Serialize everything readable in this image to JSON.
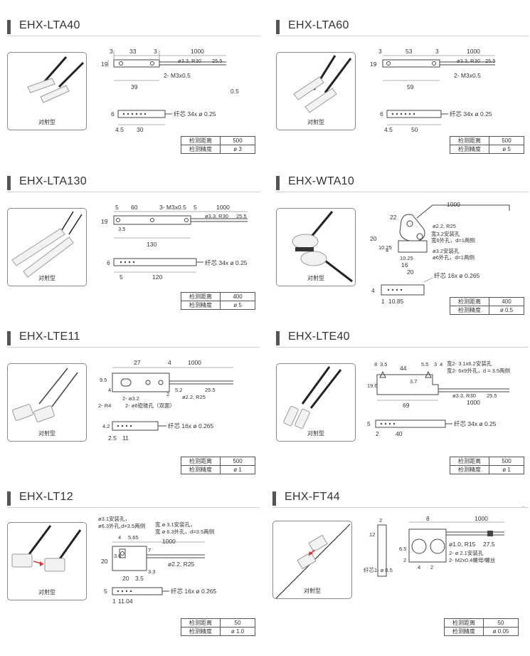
{
  "products": [
    {
      "title": "EHX-LTA40",
      "photo_caption": "对射型",
      "dims": {
        "a": "3",
        "b": "33",
        "c": "3",
        "d": "1000",
        "e": "19",
        "f": "ø3.3, R30",
        "g": "25.5",
        "h": "2- M3x0.5",
        "i": "39",
        "j": "0.5",
        "k": "6",
        "l": "纤芯 34x ø 0.25",
        "m": "4.5",
        "n": "30"
      },
      "spec": {
        "dist_label": "检测距离",
        "dist_value": "500",
        "prec_label": "检测精度",
        "prec_value": "ø 3"
      }
    },
    {
      "title": "EHX-LTA60",
      "photo_caption": "对射型",
      "dims": {
        "a": "3",
        "b": "53",
        "c": "3",
        "d": "1000",
        "e": "19",
        "f": "ø3.3, R30",
        "g": "25.5",
        "h": "2- M3x0.5",
        "i": "59",
        "k": "6",
        "l": "纤芯 34x ø 0.25",
        "m": "4.5",
        "n": "50"
      },
      "spec": {
        "dist_label": "检测距离",
        "dist_value": "500",
        "prec_label": "检测精度",
        "prec_value": "ø 5"
      }
    },
    {
      "title": "EHX-LTA130",
      "photo_caption": "对射型",
      "dims": {
        "a": "5",
        "b": "60",
        "c": "3- M3x0.5",
        "c2": "5",
        "d": "1000",
        "e": "19",
        "e2": "3.5",
        "f": "ø3.3, R30",
        "g": "25.5",
        "i": "130",
        "k": "6",
        "l": "纤芯 34x ø 0.25",
        "m": "5",
        "n": "120"
      },
      "spec": {
        "dist_label": "检测距离",
        "dist_value": "400",
        "prec_label": "检测精度",
        "prec_value": "ø 5"
      }
    },
    {
      "title": "EHX-WTA10",
      "photo_caption": "对射型",
      "dims": {
        "a": "22",
        "b": "1000",
        "c": "ø2.2, R25",
        "d": "宽3.2安装孔",
        "e": "宽6外孔，d=1两侧",
        "f": "ø3.2安装孔",
        "g": "ø6外孔，d=1两侧",
        "h": "20",
        "i": "10.25",
        "j": "4",
        "k": "10.25",
        "l": "16",
        "m": "20",
        "n": "纤芯 16x ø 0.265",
        "o": "4",
        "p": "1",
        "q": "10.85"
      },
      "spec": {
        "dist_label": "检测距离",
        "dist_value": "400",
        "prec_label": "检测精度",
        "prec_value": "ø 0.5"
      }
    },
    {
      "title": "EHX-LTE11",
      "photo_caption": "对射型",
      "dims": {
        "a": "27",
        "b": "4",
        "c": "1000",
        "d": "9.5",
        "e": "4",
        "f": "5.2",
        "g": "2",
        "h": "ø2.2, R25",
        "i": "25.5",
        "j": "2- ø3.2",
        "k": "2- R4",
        "l": "2- ø6锪锥孔（双面）",
        "m": "4.2",
        "n": "纤芯 16x ø 0.265",
        "o": "2.5",
        "p": "11"
      },
      "spec": {
        "dist_label": "检测距离",
        "dist_value": "500",
        "prec_label": "检测精度",
        "prec_value": "ø 1"
      }
    },
    {
      "title": "EHX-LTE40",
      "photo_caption": "对射型",
      "dims": {
        "a": "8",
        "b": "3.5",
        "c": "44",
        "d": "5.5",
        "e": "3",
        "f": "4",
        "g": "宽2- 3.1x6.2安装孔",
        "h": "宽2- 6x9外孔，d = 3.5两侧",
        "i": "19.6",
        "j": "3.7",
        "k": "ø3.3, R30",
        "l": "25.5",
        "m": "69",
        "n": "1000",
        "o": "5",
        "p": "纤芯 34x ø 0.25",
        "q": "2",
        "r": "40"
      },
      "spec": {
        "dist_label": "检测距离",
        "dist_value": "500",
        "prec_label": "检测精度",
        "prec_value": "ø 1"
      }
    },
    {
      "title": "EHX-LT12",
      "photo_caption": "对射型",
      "dims": {
        "a": "ø3.1安装孔，",
        "b": "ø6.3外孔,d=3.5两侧",
        "c": "宽 ø 3.1安装孔，",
        "d": "宽 ø 6.3外孔，d=3.5两侧",
        "e": "4",
        "f": "5.65",
        "g": "1000",
        "h": "3.6",
        "i": "7",
        "j": "20",
        "k": "ø2.2, R25",
        "l": "20",
        "m": "3.5",
        "n": "3.3",
        "o": "5",
        "p": "纤芯 16x ø 0.265",
        "q": "1",
        "r": "11.04"
      },
      "spec": {
        "dist_label": "检测距离",
        "dist_value": "50",
        "prec_label": "检测精度",
        "prec_value": "ø 1.0"
      }
    },
    {
      "title": "EHX-FT44",
      "photo_caption": "对射型",
      "dims": {
        "a": "2",
        "b": "12",
        "c": "8",
        "d": "1000",
        "e": "6.5",
        "f": "ø1.0, R15",
        "g": "27.5",
        "h": "2- ø 2.1安装孔",
        "i": "2- M2x0.4螺母/螺丝",
        "j": "2",
        "k": "4",
        "l": "2",
        "m": "纤芯1- ø 0.5"
      },
      "spec": {
        "dist_label": "检测距离",
        "dist_value": "50",
        "prec_label": "检测精度",
        "prec_value": "ø 0.05"
      }
    }
  ],
  "marks": {
    "dot": "."
  }
}
